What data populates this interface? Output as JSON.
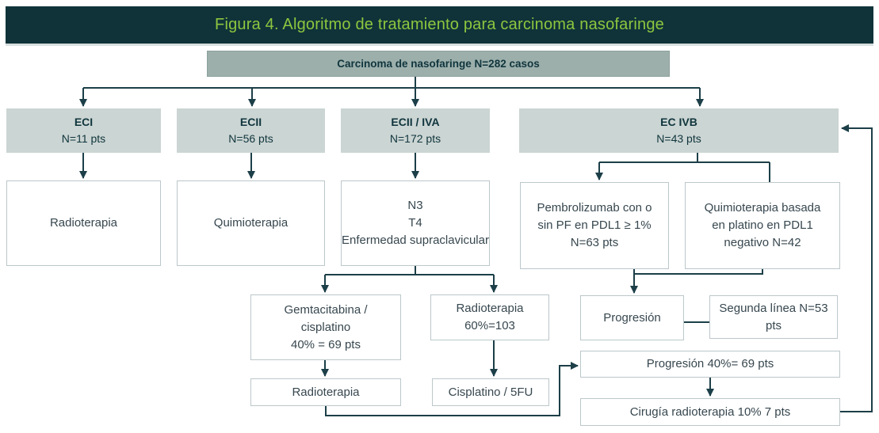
{
  "figure_title": "Figura 4. Algoritmo de tratamiento para carcinoma nasofaringe",
  "nodes": {
    "root": "Carcinoma de nasofaringe N=282 casos",
    "eci_title": "ECI",
    "eci_n": "N=11 pts",
    "ecii_title": "ECII",
    "ecii_n": "N=56 pts",
    "eciiiva_title": "ECII / IVA",
    "eciiiva_n": "N=172 pts",
    "ecivb_title": "EC IVB",
    "ecivb_n": "N=43 pts",
    "radioterapia_1": "Radioterapia",
    "quimioterapia": "Quimioterapia",
    "n3t4": "N3\nT4\nEnfermedad supraclavicular",
    "pembrolizumab": "Pembrolizumab con o\nsin PF en PDL1 ≥ 1%\nN=63 pts",
    "quimio_platino": "Quimioterapia basada\nen platino en PDL1\nnegativo N=42",
    "gemtacitabina": "Gemtacitabina /\ncisplatino\n40% = 69 pts",
    "radioterapia_60": "Radioterapia\n60%=103",
    "progresion": "Progresión",
    "segunda_linea": "Segunda línea N=53\npts",
    "radioterapia_2": "Radioterapia",
    "cisplatino_5fu": "Cisplatino / 5FU",
    "progresion_40": "Progresión 40%= 69 pts",
    "cirugia": "Cirugía radioterapia 10% 7 pts"
  },
  "colors": {
    "header_bg": "#0f3339",
    "header_text": "#8ec63f",
    "root_fill": "#9cafab",
    "stage_fill": "#cbd5d3",
    "box_border": "#bcc7ca",
    "line": "#1c3f48",
    "text_dark": "#10353d",
    "text_body": "#37474f"
  }
}
